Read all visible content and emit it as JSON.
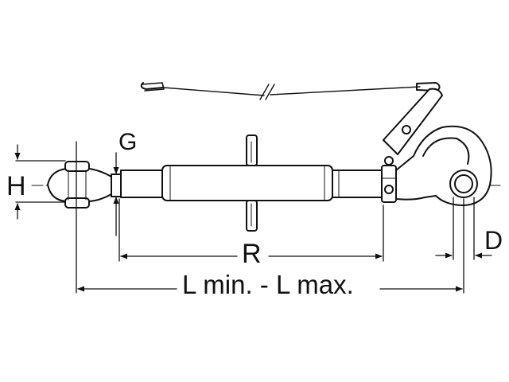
{
  "diagram": {
    "labels": {
      "g": "G",
      "h": "H",
      "r": "R",
      "d": "D",
      "length": "L min. - L max."
    },
    "colors": {
      "stroke": "#111111",
      "background": "#ffffff",
      "fill": "#ffffff"
    }
  }
}
